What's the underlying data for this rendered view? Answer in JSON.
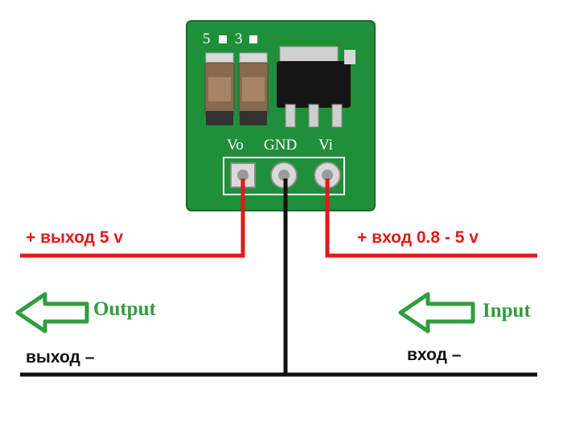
{
  "board": {
    "silkscreen_top_5": "5",
    "silkscreen_top_3": "3",
    "pin_labels": [
      "Vo",
      "GND",
      "Vi"
    ]
  },
  "labels": {
    "output_positive": "+  выход 5 v",
    "input_positive": "+  вход 0.8 - 5 v",
    "output_word": "Output",
    "input_word": "Input",
    "output_negative": "выход –",
    "input_negative": "вход –"
  },
  "colors": {
    "pcb": "#1f8f3a",
    "positive_wire": "#e01a1a",
    "ground_wire": "#111111",
    "arrow": "#2f9e3c"
  }
}
